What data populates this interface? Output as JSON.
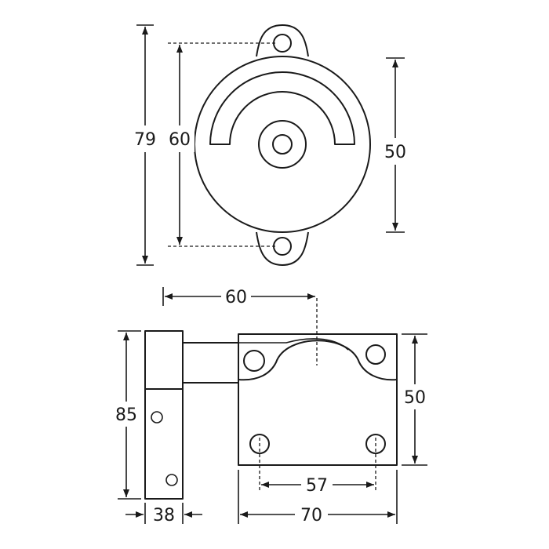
{
  "dimensions": {
    "top_height_outer": "79",
    "top_height_holes": "60",
    "top_body_diameter": "50",
    "bottom_offset": "60",
    "bottom_total_height": "85",
    "bottom_plate_height": "50",
    "bottom_hole_spacing": "57",
    "bottom_plate_width": "70",
    "bottom_post_width": "38"
  }
}
